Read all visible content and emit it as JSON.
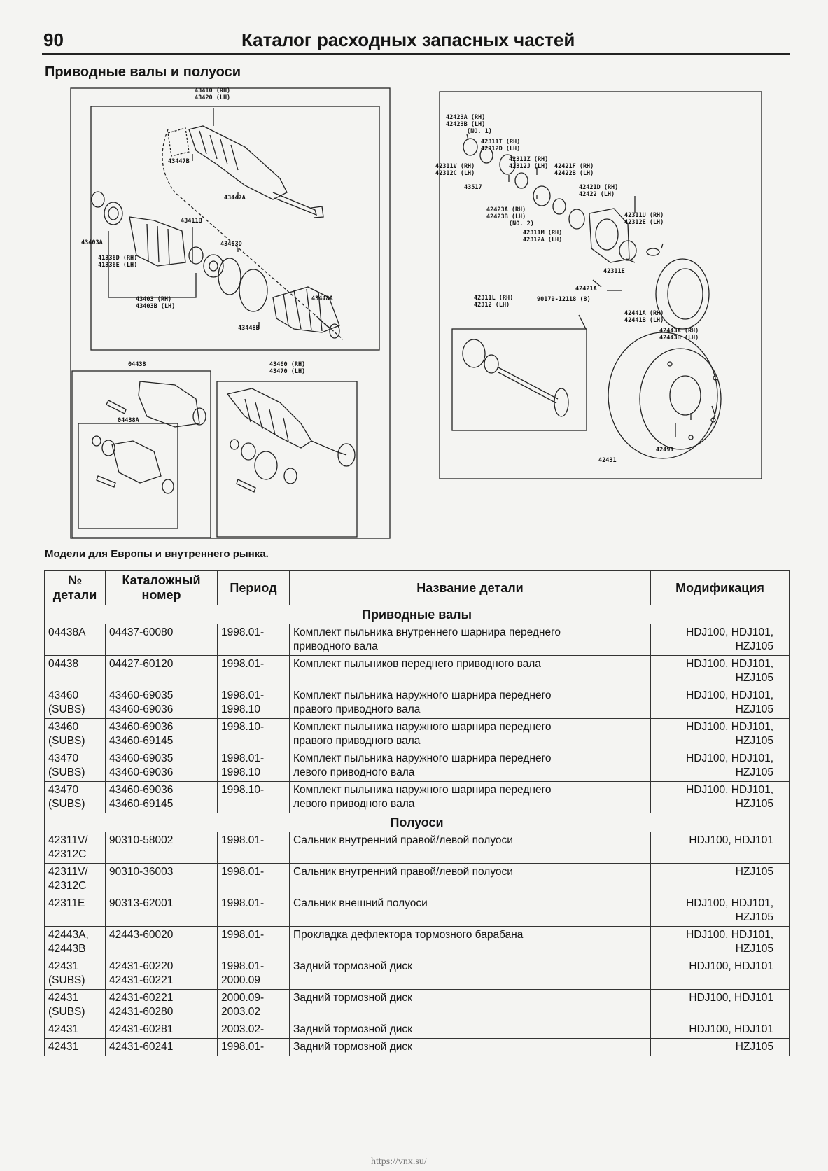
{
  "header": {
    "page_number": "90",
    "title": "Каталог расходных запасных частей"
  },
  "section_title": "Приводные валы и полуоси",
  "diagram_left": {
    "callouts": [
      "43410 (RH)",
      "43420 (LH)",
      "43447B",
      "43447A",
      "43411B",
      "43403A",
      "41336D (RH)",
      "41336E (LH)",
      "43403D",
      "43403 (RH)",
      "43403B (LH)",
      "43448A",
      "43448B",
      "04438",
      "04438A",
      "43460 (RH)",
      "43470 (LH)"
    ]
  },
  "diagram_right": {
    "callouts": [
      "42423A (RH)",
      "42423B (LH)",
      "(NO. 1)",
      "42311T (RH)",
      "42312D (LH)",
      "42311V (RH)",
      "42312C (LH)",
      "42311Z (RH)",
      "42312J (LH)",
      "42421F (RH)",
      "42422B (LH)",
      "43517",
      "42421D (RH)",
      "42422 (LH)",
      "42423A (RH)",
      "42423B (LH)",
      "(NO. 2)",
      "42311M (RH)",
      "42312A (LH)",
      "42311U (RH)",
      "42312E (LH)",
      "42311E",
      "42421A",
      "90179-12118 (8)",
      "42311L (RH)",
      "42312 (LH)",
      "42441A (RH)",
      "42441B (LH)",
      "42443A (RH)",
      "42443B (LH)",
      "42431",
      "42491"
    ]
  },
  "models_note": "Модели для Европы и внутреннего рынка.",
  "table": {
    "columns": [
      {
        "line1": "№",
        "line2": "детали"
      },
      {
        "line1": "Каталожный",
        "line2": "номер"
      },
      {
        "line1": "Период",
        "line2": ""
      },
      {
        "line1": "Название детали",
        "line2": ""
      },
      {
        "line1": "Модификация",
        "line2": ""
      }
    ],
    "groups": [
      {
        "title": "Приводные валы",
        "rows": [
          {
            "no": [
              "04438A"
            ],
            "cat": [
              "04437-60080"
            ],
            "period": [
              "1998.01-"
            ],
            "name": [
              "Комплект пыльника внутреннего шарнира переднего",
              "приводного вала"
            ],
            "mod": [
              "HDJ100, HDJ101,",
              "HZJ105"
            ]
          },
          {
            "no": [
              "04438"
            ],
            "cat": [
              "04427-60120"
            ],
            "period": [
              "1998.01-"
            ],
            "name": [
              "Комплект пыльников переднего приводного вала"
            ],
            "mod": [
              "HDJ100, HDJ101,",
              "HZJ105"
            ]
          },
          {
            "no": [
              "43460",
              "(SUBS)"
            ],
            "cat": [
              "43460-69035",
              "43460-69036"
            ],
            "period": [
              "1998.01-",
              "1998.10"
            ],
            "name": [
              "Комплект пыльника наружного шарнира переднего",
              "правого приводного вала"
            ],
            "mod": [
              "HDJ100, HDJ101,",
              "HZJ105"
            ]
          },
          {
            "no": [
              "43460",
              "(SUBS)"
            ],
            "cat": [
              "43460-69036",
              "43460-69145"
            ],
            "period": [
              "1998.10-"
            ],
            "name": [
              "Комплект пыльника наружного шарнира переднего",
              "правого приводного вала"
            ],
            "mod": [
              "HDJ100, HDJ101,",
              "HZJ105"
            ]
          },
          {
            "no": [
              "43470",
              "(SUBS)"
            ],
            "cat": [
              "43460-69035",
              "43460-69036"
            ],
            "period": [
              "1998.01-",
              "1998.10"
            ],
            "name": [
              "Комплект пыльника наружного шарнира переднего",
              "левого приводного вала"
            ],
            "mod": [
              "HDJ100, HDJ101,",
              "HZJ105"
            ]
          },
          {
            "no": [
              "43470",
              "(SUBS)"
            ],
            "cat": [
              "43460-69036",
              "43460-69145"
            ],
            "period": [
              "1998.10-"
            ],
            "name": [
              "Комплект пыльника наружного шарнира переднего",
              "левого приводного вала"
            ],
            "mod": [
              "HDJ100, HDJ101,",
              "HZJ105"
            ]
          }
        ]
      },
      {
        "title": "Полуоси",
        "rows": [
          {
            "no": [
              "42311V/",
              "42312C"
            ],
            "cat": [
              "90310-58002"
            ],
            "period": [
              "1998.01-"
            ],
            "name": [
              "Сальник внутренний правой/левой полуоси"
            ],
            "mod": [
              "HDJ100, HDJ101"
            ]
          },
          {
            "no": [
              "42311V/",
              "42312C"
            ],
            "cat": [
              "90310-36003"
            ],
            "period": [
              "1998.01-"
            ],
            "name": [
              "Сальник внутренний правой/левой полуоси"
            ],
            "mod": [
              "HZJ105"
            ]
          },
          {
            "no": [
              "42311E"
            ],
            "cat": [
              "90313-62001"
            ],
            "period": [
              "1998.01-"
            ],
            "name": [
              "Сальник внешний полуоси"
            ],
            "mod": [
              "HDJ100, HDJ101,",
              "HZJ105"
            ]
          },
          {
            "no": [
              "42443A,",
              "42443B"
            ],
            "cat": [
              "42443-60020"
            ],
            "period": [
              "1998.01-"
            ],
            "name": [
              "Прокладка дефлектора тормозного барабана"
            ],
            "mod": [
              "HDJ100, HDJ101,",
              "HZJ105"
            ]
          },
          {
            "no": [
              "42431",
              "(SUBS)"
            ],
            "cat": [
              "42431-60220",
              "42431-60221"
            ],
            "period": [
              "1998.01-",
              "2000.09"
            ],
            "name": [
              "Задний тормозной диск"
            ],
            "mod": [
              "HDJ100, HDJ101"
            ]
          },
          {
            "no": [
              "42431",
              "(SUBS)"
            ],
            "cat": [
              "42431-60221",
              "42431-60280"
            ],
            "period": [
              "2000.09-",
              "2003.02"
            ],
            "name": [
              "Задний тормозной диск"
            ],
            "mod": [
              "HDJ100, HDJ101"
            ]
          },
          {
            "no": [
              "42431"
            ],
            "cat": [
              "42431-60281"
            ],
            "period": [
              "2003.02-"
            ],
            "name": [
              "Задний тормозной диск"
            ],
            "mod": [
              "HDJ100, HDJ101"
            ]
          },
          {
            "no": [
              "42431"
            ],
            "cat": [
              "42431-60241"
            ],
            "period": [
              "1998.01-"
            ],
            "name": [
              "Задний тормозной диск"
            ],
            "mod": [
              "HZJ105"
            ]
          }
        ]
      }
    ]
  },
  "footer": {
    "url": "https://vnx.su/"
  }
}
